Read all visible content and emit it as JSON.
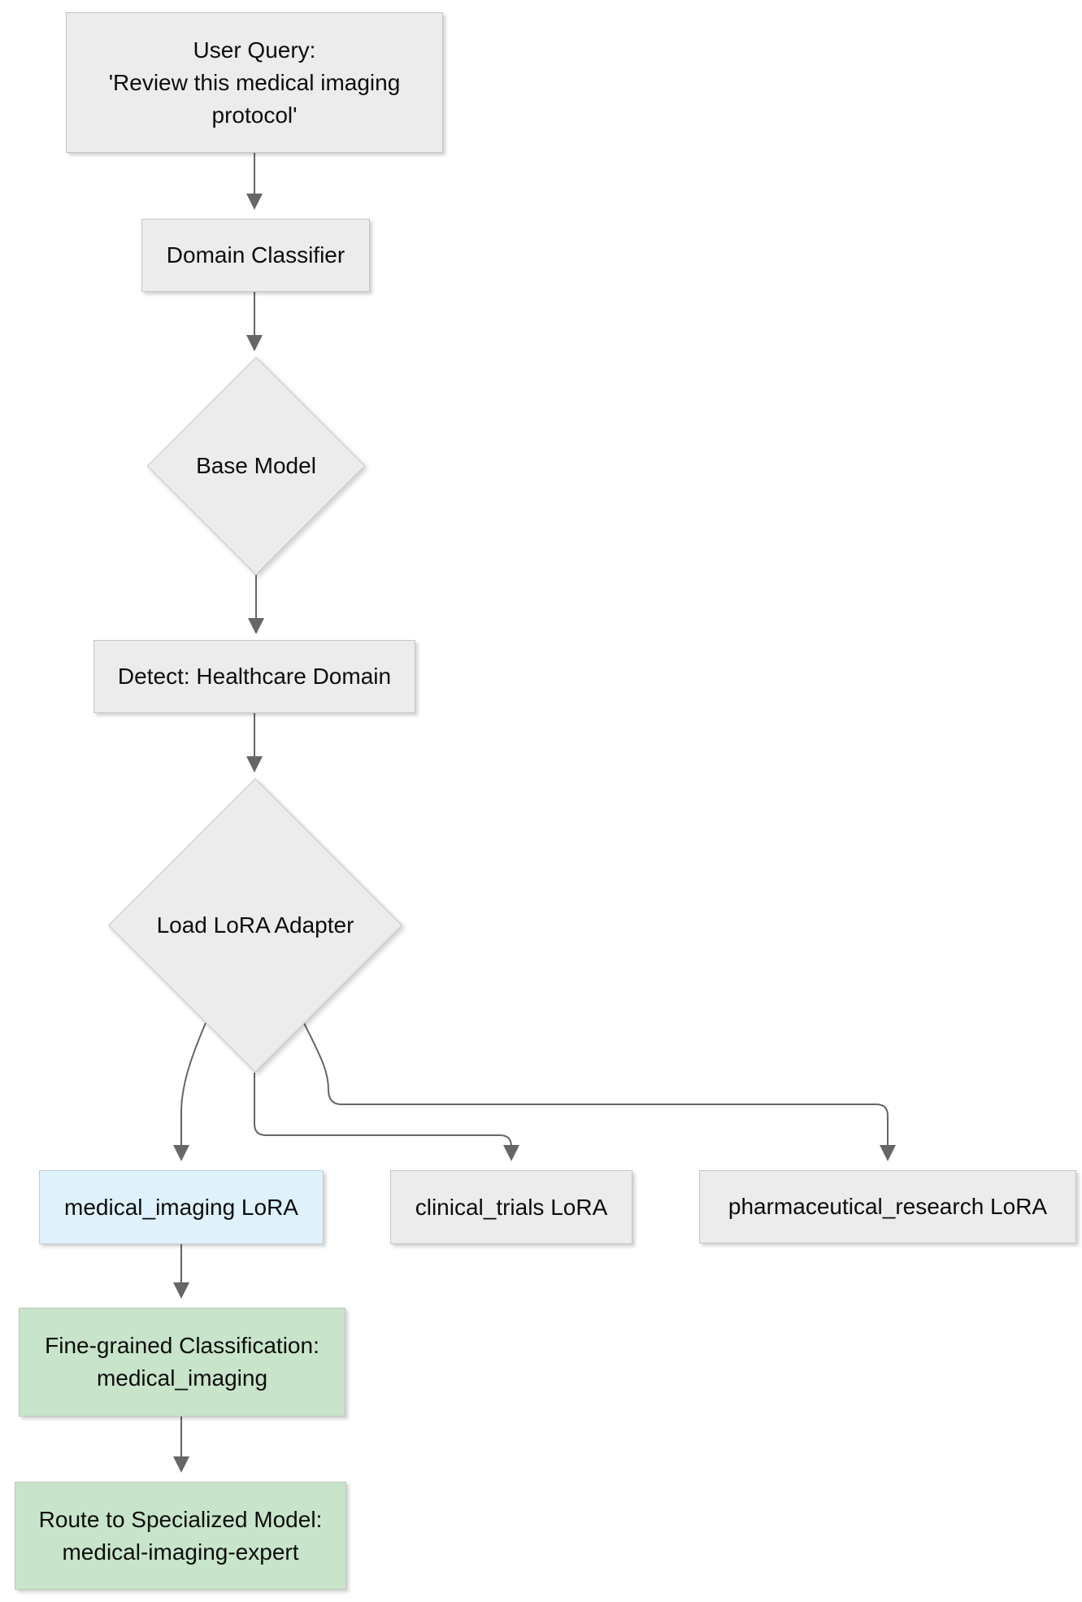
{
  "diagram": {
    "type": "flowchart-top-down",
    "nodes": {
      "user_query": {
        "shape": "rectangle",
        "fill_key": "default_gray",
        "lines": [
          "User Query:",
          "'Review this medical imaging",
          "protocol'"
        ]
      },
      "domain_classifier": {
        "shape": "rectangle",
        "fill_key": "default_gray",
        "lines": [
          "Domain Classifier"
        ]
      },
      "base_model": {
        "shape": "diamond",
        "fill_key": "default_gray",
        "lines": [
          "Base Model"
        ]
      },
      "detect_healthcare": {
        "shape": "rectangle",
        "fill_key": "default_gray",
        "lines": [
          "Detect: Healthcare Domain"
        ]
      },
      "load_lora_adapter": {
        "shape": "diamond",
        "fill_key": "default_gray",
        "lines": [
          "Load LoRA Adapter"
        ]
      },
      "medical_imaging_lora": {
        "shape": "rectangle",
        "fill_key": "highlight_blue",
        "lines": [
          "medical_imaging LoRA"
        ]
      },
      "clinical_trials_lora": {
        "shape": "rectangle",
        "fill_key": "default_gray",
        "lines": [
          "clinical_trials LoRA"
        ]
      },
      "pharmaceutical_research_lora": {
        "shape": "rectangle",
        "fill_key": "default_gray",
        "lines": [
          "pharmaceutical_research LoRA"
        ]
      },
      "fine_grained_classification": {
        "shape": "rectangle",
        "fill_key": "result_green",
        "lines": [
          "Fine-grained Classification:",
          "medical_imaging"
        ]
      },
      "route_to_specialized_model": {
        "shape": "rectangle",
        "fill_key": "result_green",
        "lines": [
          "Route to Specialized Model:",
          "medical-imaging-expert"
        ]
      }
    },
    "edges": [
      {
        "from": "user_query",
        "to": "domain_classifier"
      },
      {
        "from": "domain_classifier",
        "to": "base_model"
      },
      {
        "from": "base_model",
        "to": "detect_healthcare"
      },
      {
        "from": "detect_healthcare",
        "to": "load_lora_adapter"
      },
      {
        "from": "load_lora_adapter",
        "to": "medical_imaging_lora"
      },
      {
        "from": "load_lora_adapter",
        "to": "clinical_trials_lora"
      },
      {
        "from": "load_lora_adapter",
        "to": "pharmaceutical_research_lora"
      },
      {
        "from": "medical_imaging_lora",
        "to": "fine_grained_classification"
      },
      {
        "from": "fine_grained_classification",
        "to": "route_to_specialized_model"
      }
    ],
    "colors": {
      "default_gray": {
        "fill": "#ececec",
        "stroke": "#c6c6c6"
      },
      "highlight_blue": {
        "fill": "#dff1fb",
        "stroke": "#c2ced6"
      },
      "result_green": {
        "fill": "#c8e4ca",
        "stroke": "#bec9be"
      },
      "edge_stroke": "#666666",
      "text": "#0d0d0d",
      "background": "#ffffff"
    }
  }
}
